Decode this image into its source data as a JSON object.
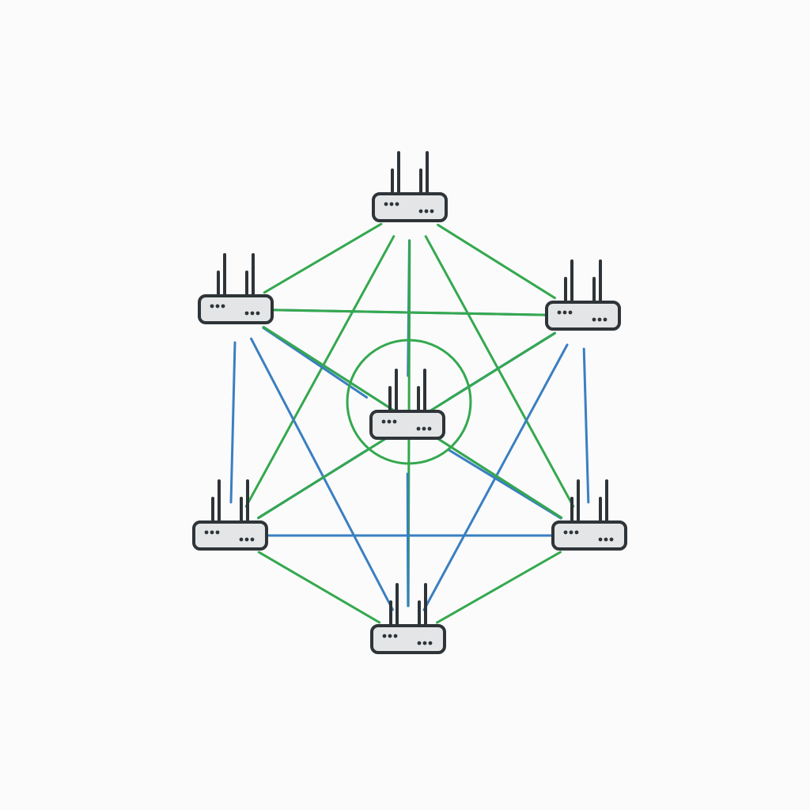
{
  "diagram": {
    "kind": "mesh network",
    "colors": {
      "background": "#fbfbfb",
      "link_blue": "#3a7fc1",
      "link_green": "#34a84e",
      "router_fill": "#e4e5e6",
      "router_outline": "#2e3438"
    },
    "nodes": [
      {
        "id": "router-top",
        "icon": "wifi-router-icon"
      },
      {
        "id": "router-upper-left",
        "icon": "wifi-router-icon"
      },
      {
        "id": "router-upper-right",
        "icon": "wifi-router-icon"
      },
      {
        "id": "router-center",
        "icon": "wifi-router-icon"
      },
      {
        "id": "router-lower-left",
        "icon": "wifi-router-icon"
      },
      {
        "id": "router-lower-right",
        "icon": "wifi-router-icon"
      },
      {
        "id": "router-bottom",
        "icon": "wifi-router-icon"
      }
    ],
    "links": [
      {
        "from": "router-top",
        "to": "router-upper-left",
        "color": "green"
      },
      {
        "from": "router-top",
        "to": "router-upper-right",
        "color": "green"
      },
      {
        "from": "router-top",
        "to": "router-center",
        "color": "blue"
      },
      {
        "from": "router-top",
        "to": "router-lower-left",
        "color": "green"
      },
      {
        "from": "router-top",
        "to": "router-lower-right",
        "color": "green"
      },
      {
        "from": "router-top",
        "to": "router-bottom",
        "color": "green"
      },
      {
        "from": "router-upper-left",
        "to": "router-upper-right",
        "color": "blue"
      },
      {
        "from": "router-upper-left",
        "to": "router-lower-left",
        "color": "blue"
      },
      {
        "from": "router-upper-left",
        "to": "router-lower-right",
        "color": "blue"
      },
      {
        "from": "router-upper-left",
        "to": "router-bottom",
        "color": "blue"
      },
      {
        "from": "router-upper-left",
        "to": "router-center",
        "color": "blue"
      },
      {
        "from": "router-upper-right",
        "to": "router-lower-right",
        "color": "blue"
      },
      {
        "from": "router-upper-right",
        "to": "router-lower-left",
        "color": "blue"
      },
      {
        "from": "router-upper-right",
        "to": "router-bottom",
        "color": "blue"
      },
      {
        "from": "router-upper-right",
        "to": "router-center",
        "color": "blue"
      },
      {
        "from": "router-upper-left",
        "to": "router-upper-right",
        "color": "green"
      },
      {
        "from": "router-lower-left",
        "to": "router-lower-right",
        "color": "blue"
      },
      {
        "from": "router-lower-left",
        "to": "router-bottom",
        "color": "green"
      },
      {
        "from": "router-lower-left",
        "to": "router-center",
        "color": "blue"
      },
      {
        "from": "router-lower-left",
        "to": "router-upper-right",
        "color": "green"
      },
      {
        "from": "router-lower-right",
        "to": "router-bottom",
        "color": "green"
      },
      {
        "from": "router-lower-right",
        "to": "router-center",
        "color": "blue"
      },
      {
        "from": "router-lower-right",
        "to": "router-upper-left",
        "color": "green"
      },
      {
        "from": "router-center",
        "to": "router-bottom",
        "color": "blue"
      }
    ]
  }
}
